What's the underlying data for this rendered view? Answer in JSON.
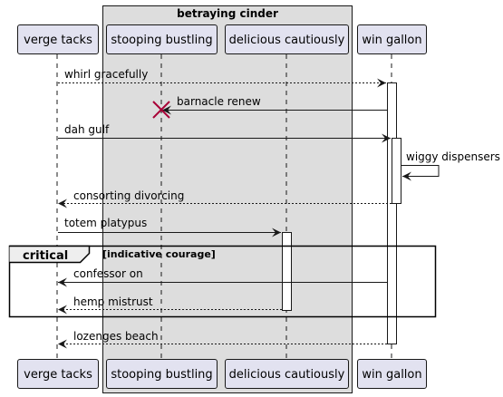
{
  "group_box": {
    "title": "betraying cinder"
  },
  "participants": [
    {
      "id": "verge",
      "label": "verge tacks"
    },
    {
      "id": "stooping",
      "label": "stooping bustling"
    },
    {
      "id": "delicious",
      "label": "delicious cautiously"
    },
    {
      "id": "gallon",
      "label": "win gallon"
    }
  ],
  "messages": [
    {
      "label": "whirl gracefully",
      "from": "verge",
      "to": "gallon",
      "style": "dashed"
    },
    {
      "label": "barnacle renew",
      "from": "gallon",
      "to": "stooping",
      "style": "solid",
      "destroy_target": true
    },
    {
      "label": "dah gulf",
      "from": "verge",
      "to": "gallon",
      "style": "solid"
    },
    {
      "label": "wiggy dispensers",
      "from": "gallon",
      "to": "gallon",
      "style": "self"
    },
    {
      "label": "consorting divorcing",
      "from": "gallon",
      "to": "verge",
      "style": "dashed"
    },
    {
      "label": "totem platypus",
      "from": "verge",
      "to": "delicious",
      "style": "solid"
    },
    {
      "label": "confessor on",
      "from": "gallon",
      "to": "verge",
      "style": "solid"
    },
    {
      "label": "hemp mistrust",
      "from": "delicious",
      "to": "verge",
      "style": "dashed"
    },
    {
      "label": "lozenges beach",
      "from": "gallon",
      "to": "verge",
      "style": "dashed"
    }
  ],
  "fragment": {
    "keyword": "critical",
    "guard": "[indicative courage]"
  },
  "colors": {
    "participant_fill": "#E2E2F0",
    "participant_border": "#181818",
    "group_fill": "#DDDDDD",
    "destroy_mark": "#A80036",
    "line": "#181818"
  }
}
